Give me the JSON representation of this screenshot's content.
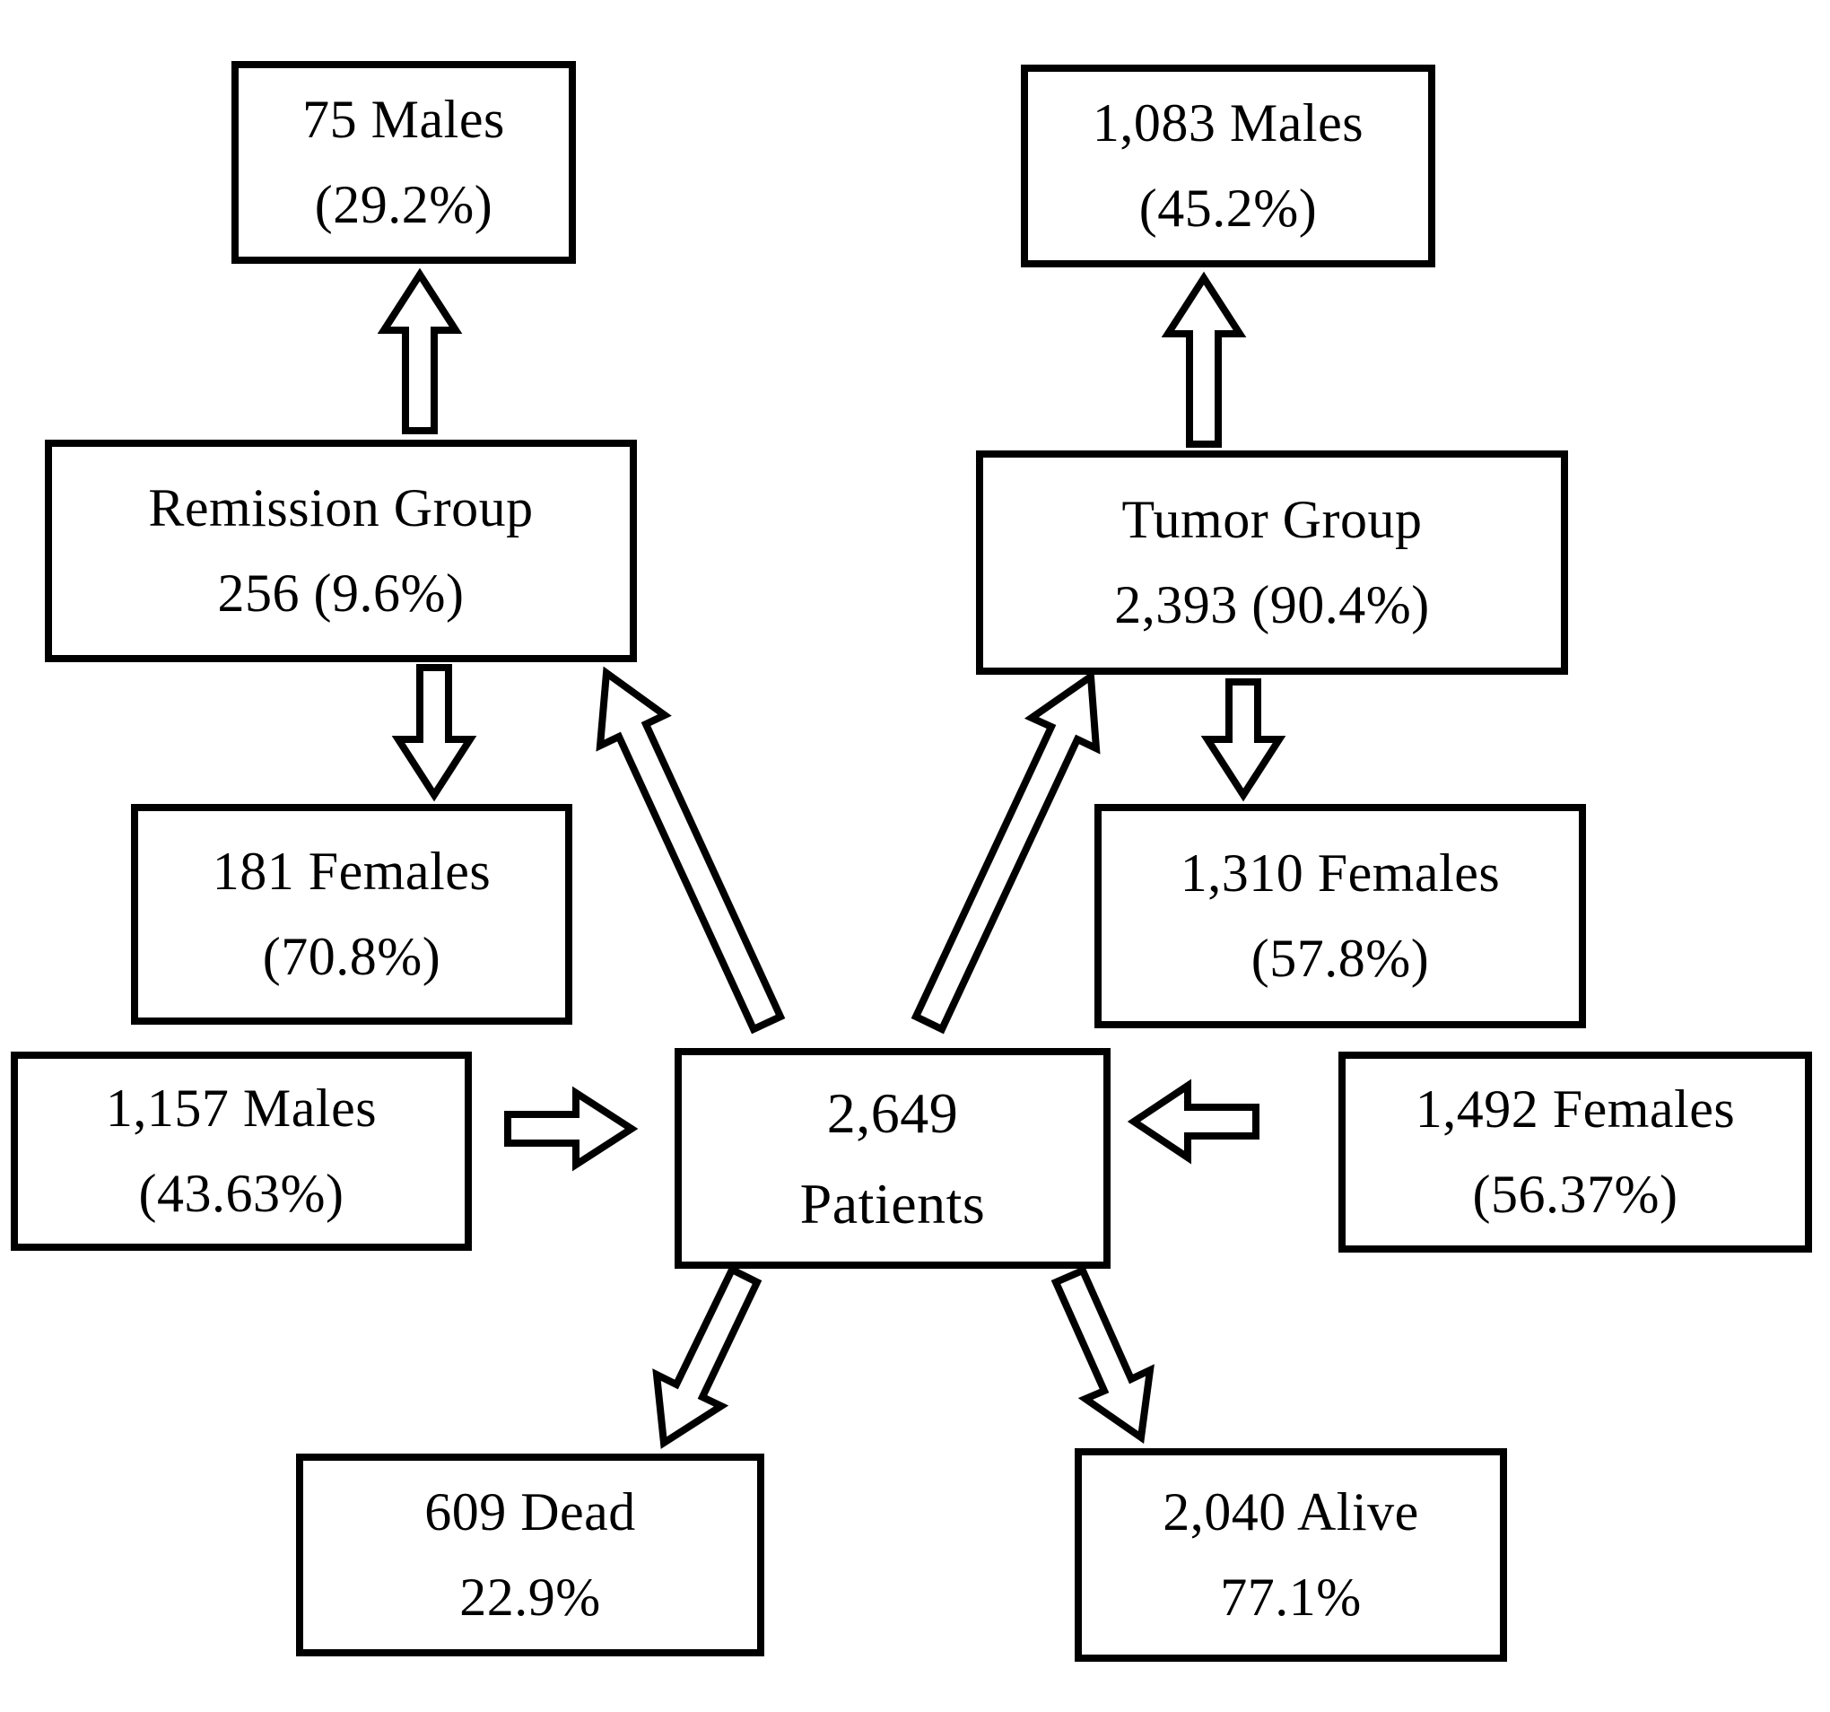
{
  "diagram": {
    "title": "Patient distribution flow diagram",
    "colors": {
      "background": "#ffffff",
      "box_fill": "#ffffff",
      "box_border": "#000000",
      "text": "#000000",
      "arrow_fill": "#ffffff",
      "arrow_outline": "#000000"
    },
    "boxes": {
      "patients_total": {
        "line1": "2,649",
        "line2": "Patients"
      },
      "males_75": {
        "line1": "75 Males",
        "line2": "(29.2%)"
      },
      "males_1083": {
        "line1": "1,083 Males",
        "line2": "(45.2%)"
      },
      "remission_group": {
        "line1": "Remission Group",
        "line2": "256 (9.6%)"
      },
      "tumor_group": {
        "line1": "Tumor Group",
        "line2": "2,393 (90.4%)"
      },
      "females_181": {
        "line1": "181 Females",
        "line2": "(70.8%)"
      },
      "females_1310": {
        "line1": "1,310 Females",
        "line2": "(57.8%)"
      },
      "males_1157": {
        "line1": "1,157 Males",
        "line2": "(43.63%)"
      },
      "females_1492": {
        "line1": "1,492 Females",
        "line2": "(56.37%)"
      },
      "dead": {
        "line1": "609 Dead",
        "line2": "22.9%"
      },
      "alive": {
        "line1": "2,040 Alive",
        "line2": "77.1%"
      }
    },
    "arrows": [
      {
        "from": "remission_group",
        "to": "males_75",
        "direction": "up"
      },
      {
        "from": "tumor_group",
        "to": "males_1083",
        "direction": "up"
      },
      {
        "from": "remission_group",
        "to": "females_181",
        "direction": "down"
      },
      {
        "from": "tumor_group",
        "to": "females_1310",
        "direction": "down"
      },
      {
        "from": "patients_total",
        "to": "remission_group",
        "direction": "up-left"
      },
      {
        "from": "patients_total",
        "to": "tumor_group",
        "direction": "up-right"
      },
      {
        "from": "males_1157",
        "to": "patients_total",
        "direction": "right"
      },
      {
        "from": "females_1492",
        "to": "patients_total",
        "direction": "left"
      },
      {
        "from": "patients_total",
        "to": "dead",
        "direction": "down-left"
      },
      {
        "from": "patients_total",
        "to": "alive",
        "direction": "down-right"
      }
    ]
  }
}
